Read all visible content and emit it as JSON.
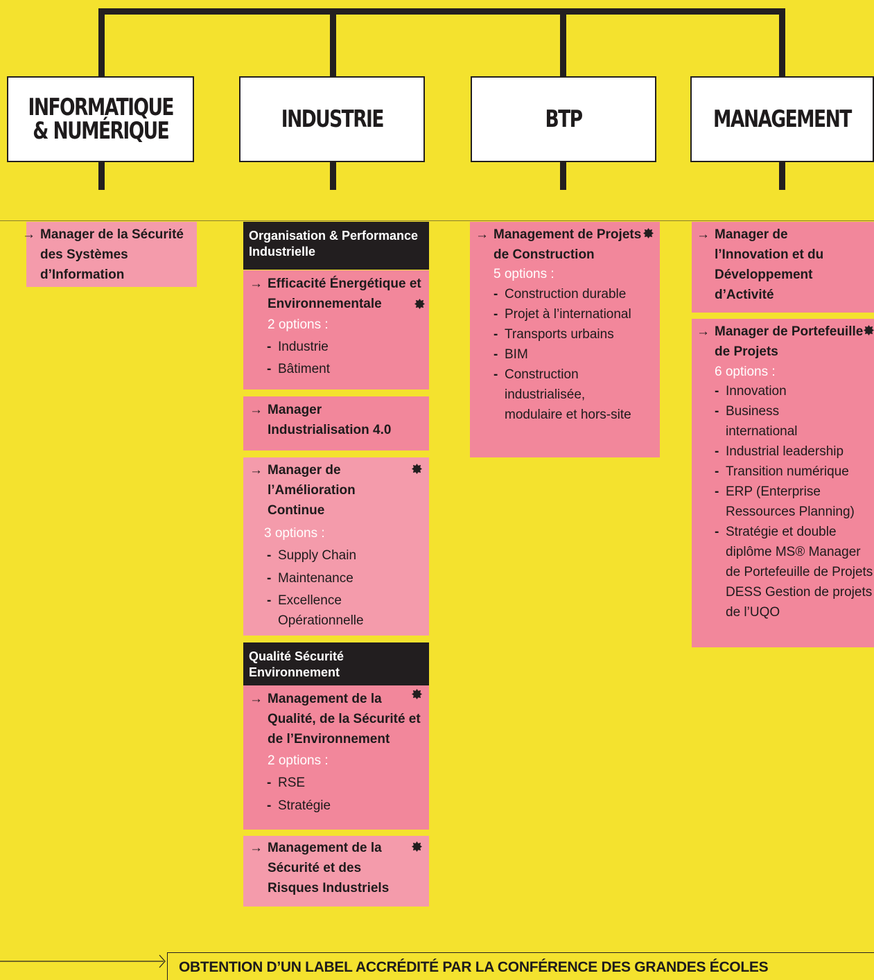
{
  "categories": [
    {
      "label": "INFORMATIQUE\n& NUMÉRIQUE"
    },
    {
      "label": "INDUSTRIE"
    },
    {
      "label": "BTP"
    },
    {
      "label": "MANAGEMENT"
    }
  ],
  "informatique": {
    "program": "Manager de la Sécurité des Systèmes d’Information"
  },
  "industrie": {
    "section1": "Organisation & Performance Industrielle",
    "program1": {
      "title": "Efficacité Énergétique et Environnementale",
      "count": "2 options :",
      "options": [
        "Industrie",
        "Bâtiment"
      ]
    },
    "program2": {
      "title": "Manager Industrialisation 4.0"
    },
    "program3": {
      "title": "Manager de l’Amélioration Continue",
      "count": "3 options :",
      "options": [
        "Supply Chain",
        "Maintenance",
        "Excellence Opérationnelle"
      ]
    },
    "section2": "Qualité Sécurité Environnement",
    "program4": {
      "title": "Management de la Qualité, de la Sécurité et de l’Environnement",
      "count": "2 options :",
      "options": [
        "RSE",
        "Stratégie"
      ]
    },
    "program5": {
      "title": "Management de la Sécurité et des Risques Industriels"
    }
  },
  "btp": {
    "program": {
      "title": "Management de Projets de Construction",
      "count": "5 options :",
      "options": [
        "Construction durable",
        "Projet à l’international",
        "Transports urbains",
        "BIM",
        "Construction industrialisée, modulaire et hors-site"
      ]
    }
  },
  "management": {
    "program1": {
      "title": "Manager de l’Innovation et du Développement d’Activité"
    },
    "program2": {
      "title": "Manager de Portefeuille de Projets",
      "count": "6 options :",
      "options": [
        "Innovation",
        "Business international",
        "Industrial leadership",
        "Transition numérique",
        "ERP (Enterprise Ressources Planning)",
        "Stratégie et double diplôme MS® Manager de Portefeuille de Projets DESS Gestion de projets de l’UQO"
      ]
    }
  },
  "footer": "OBTENTION D’UN LABEL ACCRÉDITÉ PAR LA CONFÉRENCE DES GRANDES ÉCOLES",
  "colors": {
    "background": "#f4e22e",
    "pink_light": "#f49bab",
    "pink": "#f2879b",
    "dark": "#221e1f"
  }
}
